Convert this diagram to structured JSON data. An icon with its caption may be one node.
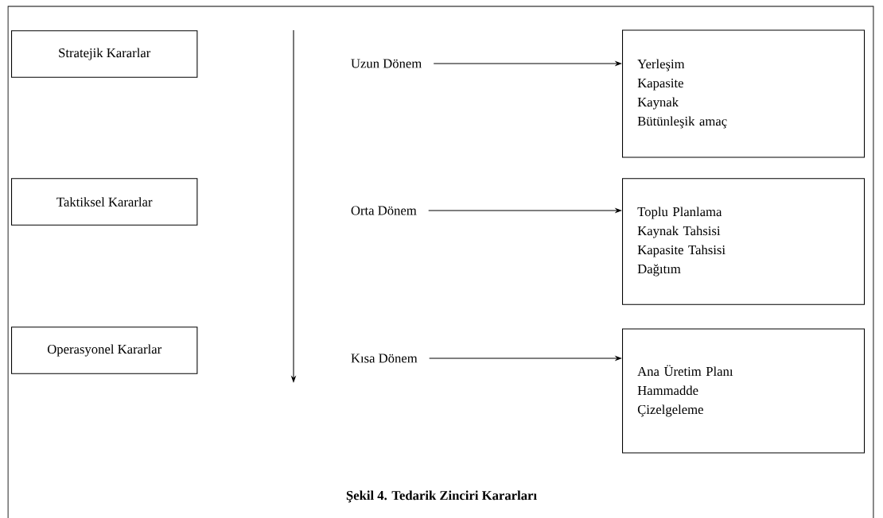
{
  "diagram": {
    "caption": "Şekil 4. Tedarik Zinciri Kararları",
    "nodes": [
      {
        "text": [
          "Stratejik Kararlar"
        ]
      },
      {
        "text": [
          "Uzun Dönem"
        ]
      },
      {
        "text": [
          "Yerleşim",
          "Kapasite",
          "Kaynak",
          "Bütünleşik amaç"
        ]
      },
      {
        "text": [
          "Taktiksel Kararlar"
        ]
      },
      {
        "text": [
          "Orta Dönem"
        ]
      },
      {
        "text": [
          "Toplu Planlama",
          "Kaynak Tahsisi",
          "Kapasite Tahsisi",
          "Dağıtım"
        ]
      },
      {
        "text": [
          "Operasyonel Kararlar"
        ]
      },
      {
        "text": [
          "Kısa Dönem"
        ]
      },
      {
        "text": [
          "Ana Üretim Planı",
          "Hammadde",
          "Çizelgeleme"
        ]
      }
    ],
    "edges": [
      {
        "from": 1,
        "to": 2,
        "arrow": "to"
      },
      {
        "from": 4,
        "to": 5,
        "arrow": "to"
      },
      {
        "from": 7,
        "to": 8,
        "arrow": "to"
      }
    ]
  }
}
